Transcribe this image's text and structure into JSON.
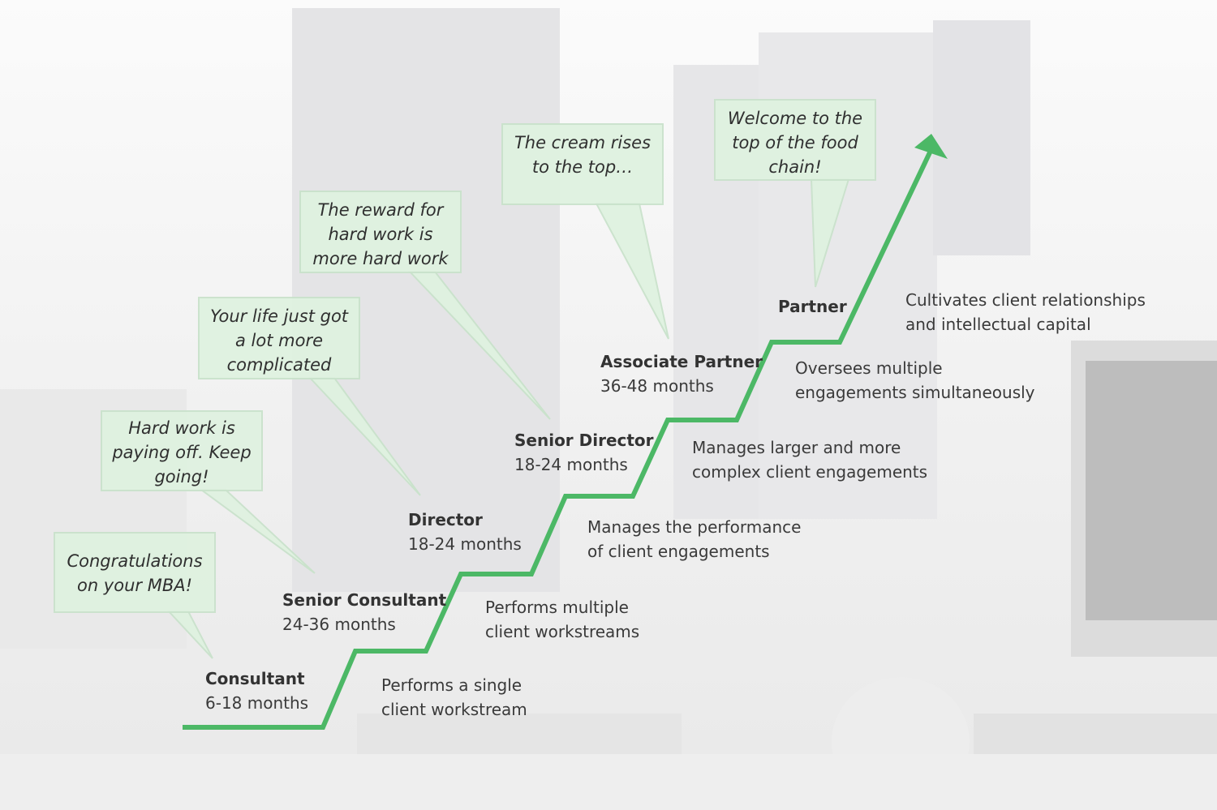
{
  "theme": {
    "accent": "#4cb866",
    "bubble_fill": "#dff2e0",
    "bubble_border": "#c9e2cb"
  },
  "stages": [
    {
      "title": "Consultant",
      "duration": "6-18 months",
      "description": "Performs a single client workstream",
      "quote": "Congratulations on your MBA!"
    },
    {
      "title": "Senior Consultant",
      "duration": "24-36 months",
      "description": "Performs multiple client workstreams",
      "quote": "Hard work is paying off.  Keep going!"
    },
    {
      "title": "Director",
      "duration": "18-24 months",
      "description": "Manages the performance of client engagements",
      "quote": "Your life just got a lot more complicated"
    },
    {
      "title": "Senior Director",
      "duration": "18-24 months",
      "description": "Manages larger and more complex client engagements",
      "quote": "The reward for hard work is more hard work"
    },
    {
      "title": "Associate Partner",
      "duration": "36-48 months",
      "description": "Oversees multiple engagements simultaneously",
      "quote": "The cream rises to the top…"
    },
    {
      "title": "Partner",
      "duration": "",
      "description": "Cultivates client relationships and intellectual capital",
      "quote": "Welcome  to the top of the food chain!"
    }
  ],
  "display": {
    "quotes": [
      [
        "Congratulations",
        "on your MBA!"
      ],
      [
        "Hard work is",
        "paying off.  Keep",
        "going!"
      ],
      [
        "Your life just got",
        "a lot more",
        "complicated"
      ],
      [
        "The reward for",
        "hard work is",
        "more hard work"
      ],
      [
        "The cream rises",
        "to the top…"
      ],
      [
        "Welcome  to the",
        "top of the food",
        "chain!"
      ]
    ],
    "descriptions": [
      [
        "Performs a single",
        "client workstream"
      ],
      [
        "Performs multiple",
        "client workstreams"
      ],
      [
        "Manages the performance",
        "of client engagements"
      ],
      [
        "Manages larger and more",
        "complex client engagements"
      ],
      [
        "Oversees multiple",
        "engagements simultaneously"
      ],
      [
        "Cultivates client relationships",
        "and intellectual capital"
      ]
    ]
  }
}
